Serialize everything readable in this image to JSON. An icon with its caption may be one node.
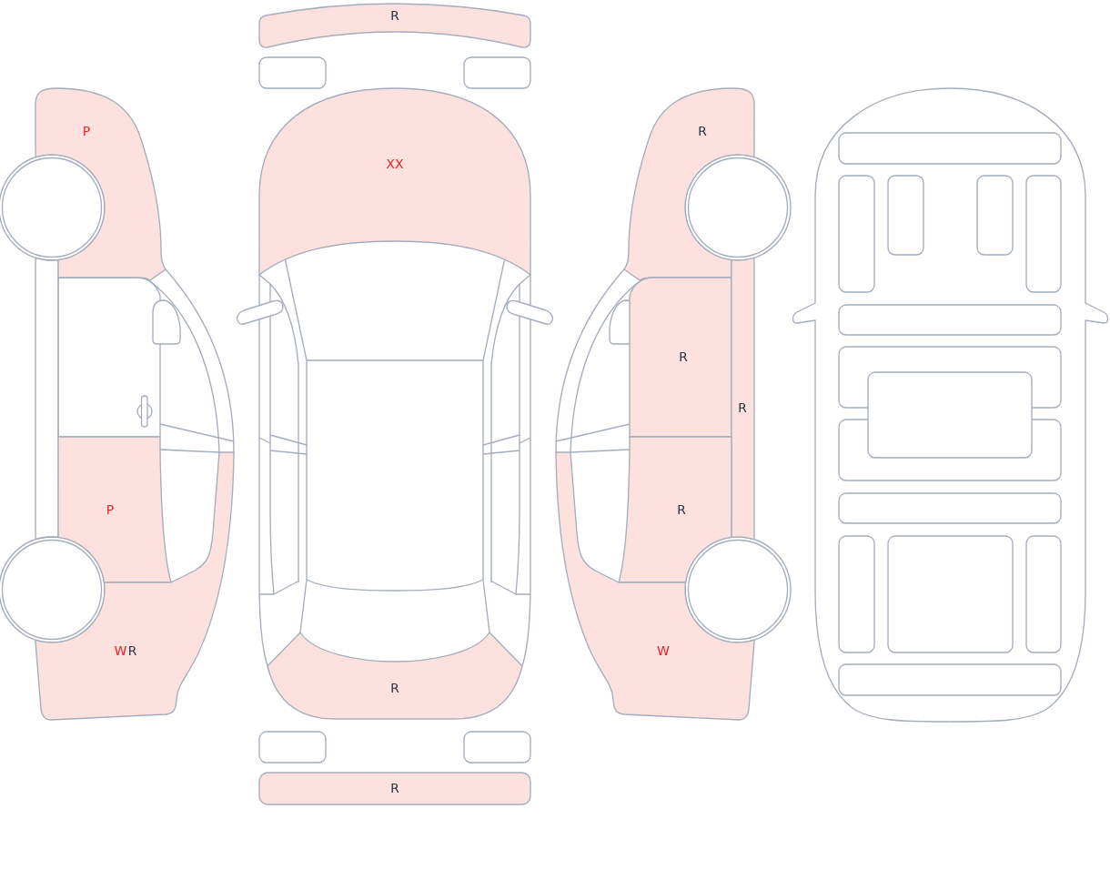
{
  "diagram": {
    "nodes": [
      {
        "text": [
          "P"
        ]
      },
      {
        "text": [
          "P"
        ]
      },
      {
        "text": [
          "W",
          "R"
        ]
      },
      {
        "text": [
          "R"
        ]
      },
      {
        "text": [],
        "shape": "box"
      },
      {
        "text": [],
        "shape": "box"
      },
      {
        "text": [
          "XX"
        ]
      },
      {
        "text": [
          "R"
        ]
      },
      {
        "text": [],
        "shape": "box"
      },
      {
        "text": [],
        "shape": "box"
      },
      {
        "text": [
          "R"
        ]
      },
      {
        "text": [
          "R"
        ]
      },
      {
        "text": [
          "R"
        ]
      },
      {
        "text": [
          "R"
        ]
      },
      {
        "text": [
          "R"
        ]
      },
      {
        "text": [
          "W"
        ]
      },
      {
        "text": [],
        "shape": "box"
      },
      {
        "text": [],
        "shape": "box"
      },
      {
        "text": [],
        "shape": "box"
      },
      {
        "text": [],
        "shape": "box"
      },
      {
        "text": [],
        "shape": "box"
      },
      {
        "text": [],
        "shape": "box"
      },
      {
        "text": [],
        "shape": "box"
      },
      {
        "text": [],
        "shape": "box"
      },
      {
        "text": [],
        "shape": "box"
      },
      {
        "text": [],
        "shape": "box"
      },
      {
        "text": [],
        "shape": "box"
      },
      {
        "text": [],
        "shape": "box"
      },
      {
        "text": [],
        "shape": "box"
      },
      {
        "text": [],
        "shape": "box"
      }
    ]
  }
}
